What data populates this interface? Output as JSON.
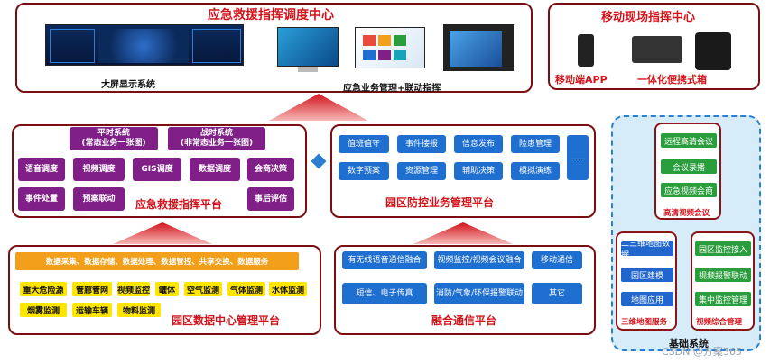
{
  "top": {
    "title": "应急救援指挥调度中心",
    "label_screen": "大屏显示系统",
    "label_business": "应急业务管理+联动指挥"
  },
  "mobile": {
    "title": "移动现场指挥中心",
    "label_app": "移动端APP",
    "label_portable": "一体化便携式箱"
  },
  "left_platform": {
    "title": "应急救援指挥平台",
    "peace": "平时系统\n(常态业务一张图)",
    "war": "战时系统\n(非常态业务一张图)",
    "items": [
      "语音调度",
      "视频调度",
      "GIS调度",
      "数据调度",
      "会商决策",
      "事件处置",
      "预案联动",
      "事后评估"
    ]
  },
  "right_platform": {
    "title": "园区防控业务管理平台",
    "items": [
      "值班值守",
      "事件接报",
      "信息发布",
      "险患管理",
      "数字预案",
      "资源管理",
      "辅助决策",
      "模拟演练"
    ],
    "more": "......"
  },
  "data_center": {
    "title": "园区数据中心管理平台",
    "banner": "数据采集、数据存储、数据处理、数据管控、共享交换、数据服务",
    "items": [
      "重大危险源",
      "管廊管网",
      "视频监控",
      "罐体",
      "空气监测",
      "气体监测",
      "水体监测",
      "烟雾监测",
      "运输车辆",
      "物料监测"
    ]
  },
  "comm": {
    "title": "融合通信平台",
    "items": [
      "有无线语音通信融合",
      "视频监控/视频会议融合",
      "移动通信",
      "短信、电子传真",
      "消防/气象/环保报警联动",
      "其它"
    ]
  },
  "base": {
    "title": "基础系统",
    "hd_title": "高清视频会议",
    "hd_items": [
      "远程高清会议",
      "会议录播",
      "应急视频会商"
    ],
    "map_title": "三维地图服务",
    "map_items": [
      "二三维地图数据",
      "园区建模",
      "地图应用"
    ],
    "video_title": "视频综合管理",
    "video_items": [
      "园区监控接入",
      "视频报警联动",
      "集中监控管理"
    ]
  },
  "watermark": "CSDN @方案365",
  "colors": {
    "red": "#d1141b",
    "purple": "#7f1f87",
    "blue": "#1f6fd0",
    "yellow": "#ffe600",
    "orange": "#f2a01c",
    "green": "#2a9d3c"
  }
}
